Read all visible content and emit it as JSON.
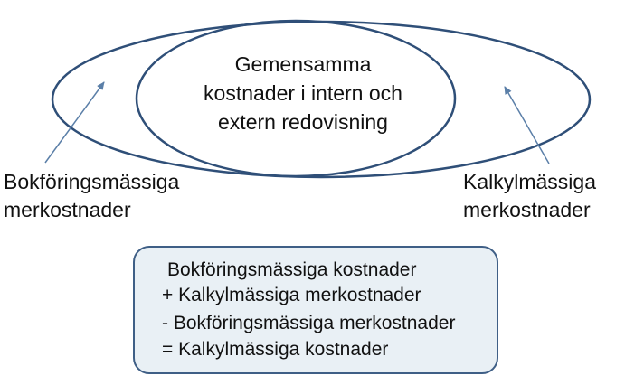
{
  "diagram": {
    "center": {
      "lines": [
        "Gemensamma",
        "kostnader i intern och",
        "extern redovisning"
      ]
    },
    "left_label": {
      "lines": [
        "Bokföringsmässiga",
        "merkostnader"
      ]
    },
    "right_label": {
      "lines": [
        "Kalkylmässiga",
        "merkostnader"
      ]
    },
    "formula": {
      "lines": [
        "Bokföringsmässiga kostnader",
        "+ Kalkylmässiga merkostnader",
        "-  Bokföringsmässiga merkostnader",
        "= Kalkylmässiga kostnader"
      ]
    },
    "colors": {
      "ellipse_stroke": "#2f4f78",
      "arrow": "#5b7fa8",
      "box_border": "#3f5f86",
      "box_fill": "#e9f0f5",
      "text": "#111111"
    }
  }
}
